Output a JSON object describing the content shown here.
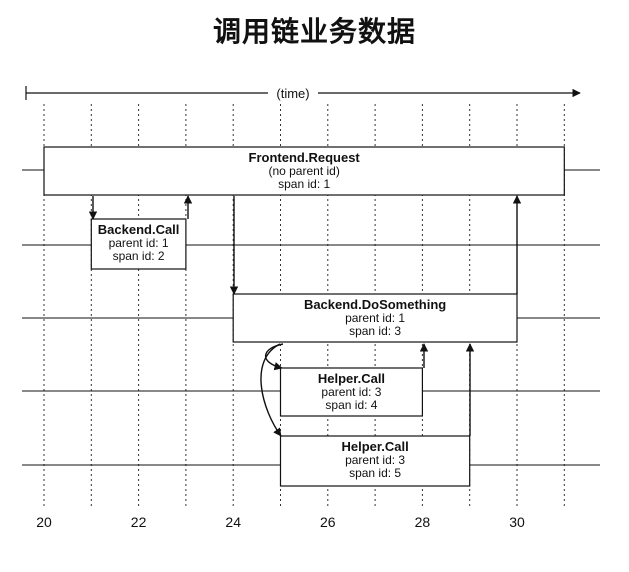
{
  "title": "调用链业务数据",
  "time_label": "(time)",
  "ticks": [
    20,
    22,
    24,
    26,
    28,
    30
  ],
  "spans": [
    {
      "name": "Frontend.Request",
      "parent": "(no parent id)",
      "span": "span id: 1",
      "start": 20,
      "end": 31
    },
    {
      "name": "Backend.Call",
      "parent": "parent id: 1",
      "span": "span id: 2",
      "start": 21,
      "end": 23
    },
    {
      "name": "Backend.DoSomething",
      "parent": "parent id: 1",
      "span": "span id: 3",
      "start": 24,
      "end": 30
    },
    {
      "name": "Helper.Call",
      "parent": "parent id: 3",
      "span": "span id: 4",
      "start": 25,
      "end": 28
    },
    {
      "name": "Helper.Call",
      "parent": "parent id: 3",
      "span": "span id: 5",
      "start": 25,
      "end": 29
    }
  ]
}
